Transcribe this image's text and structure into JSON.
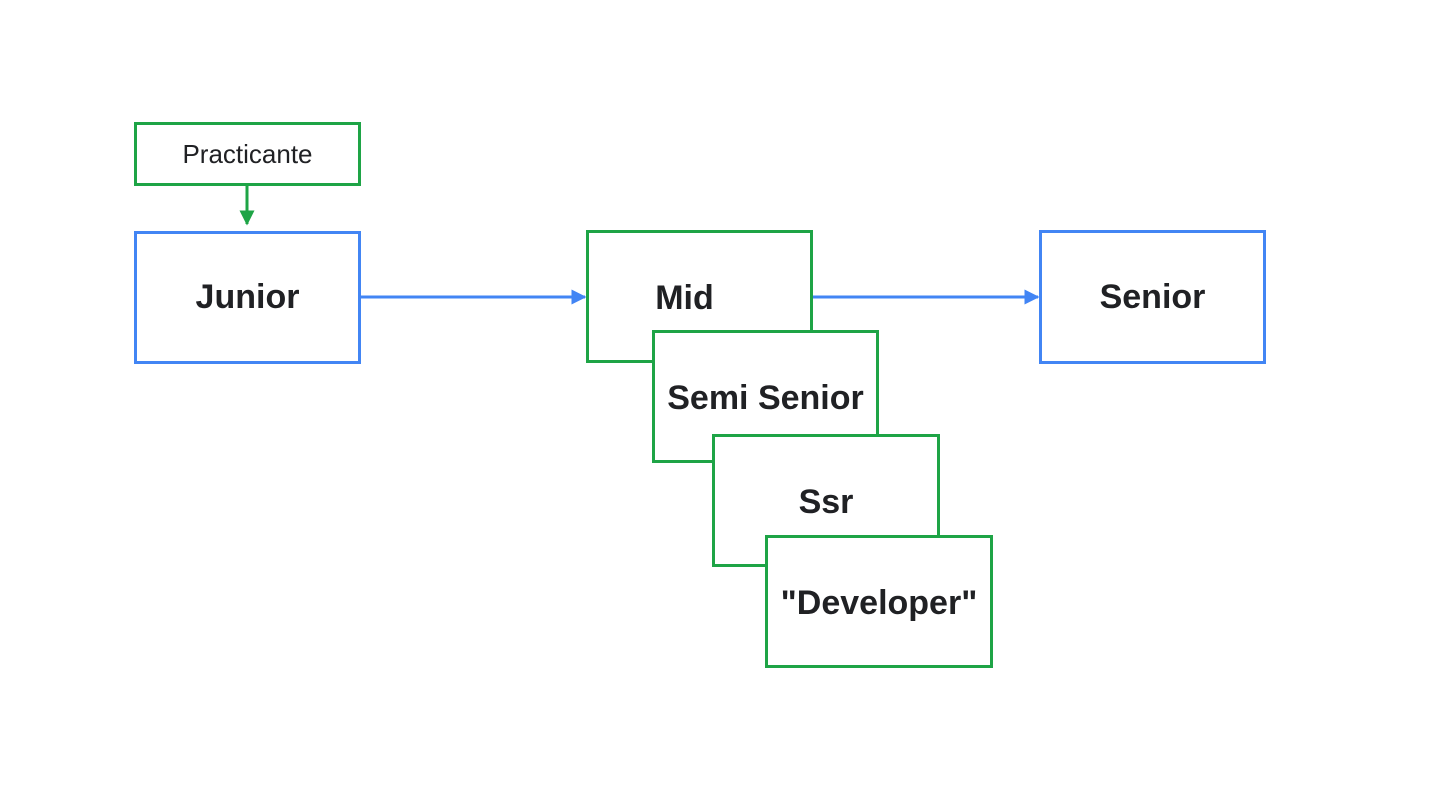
{
  "diagram": {
    "colors": {
      "blue": "#4285f4",
      "green": "#1ea446",
      "text": "#202124",
      "background": "#ffffff"
    },
    "nodes": {
      "practicante": {
        "label": "Practicante",
        "color": "green"
      },
      "junior": {
        "label": "Junior",
        "color": "blue"
      },
      "mid": {
        "label": "Mid",
        "color": "green"
      },
      "semi_senior": {
        "label": "Semi Senior",
        "color": "green"
      },
      "ssr": {
        "label": "Ssr",
        "color": "green"
      },
      "developer": {
        "label": "\"Developer\"",
        "color": "green"
      },
      "senior": {
        "label": "Senior",
        "color": "blue"
      }
    },
    "edges": [
      {
        "from": "practicante",
        "to": "junior",
        "color": "green"
      },
      {
        "from": "junior",
        "to": "mid",
        "color": "blue"
      },
      {
        "from": "mid",
        "to": "senior",
        "color": "blue"
      }
    ]
  }
}
